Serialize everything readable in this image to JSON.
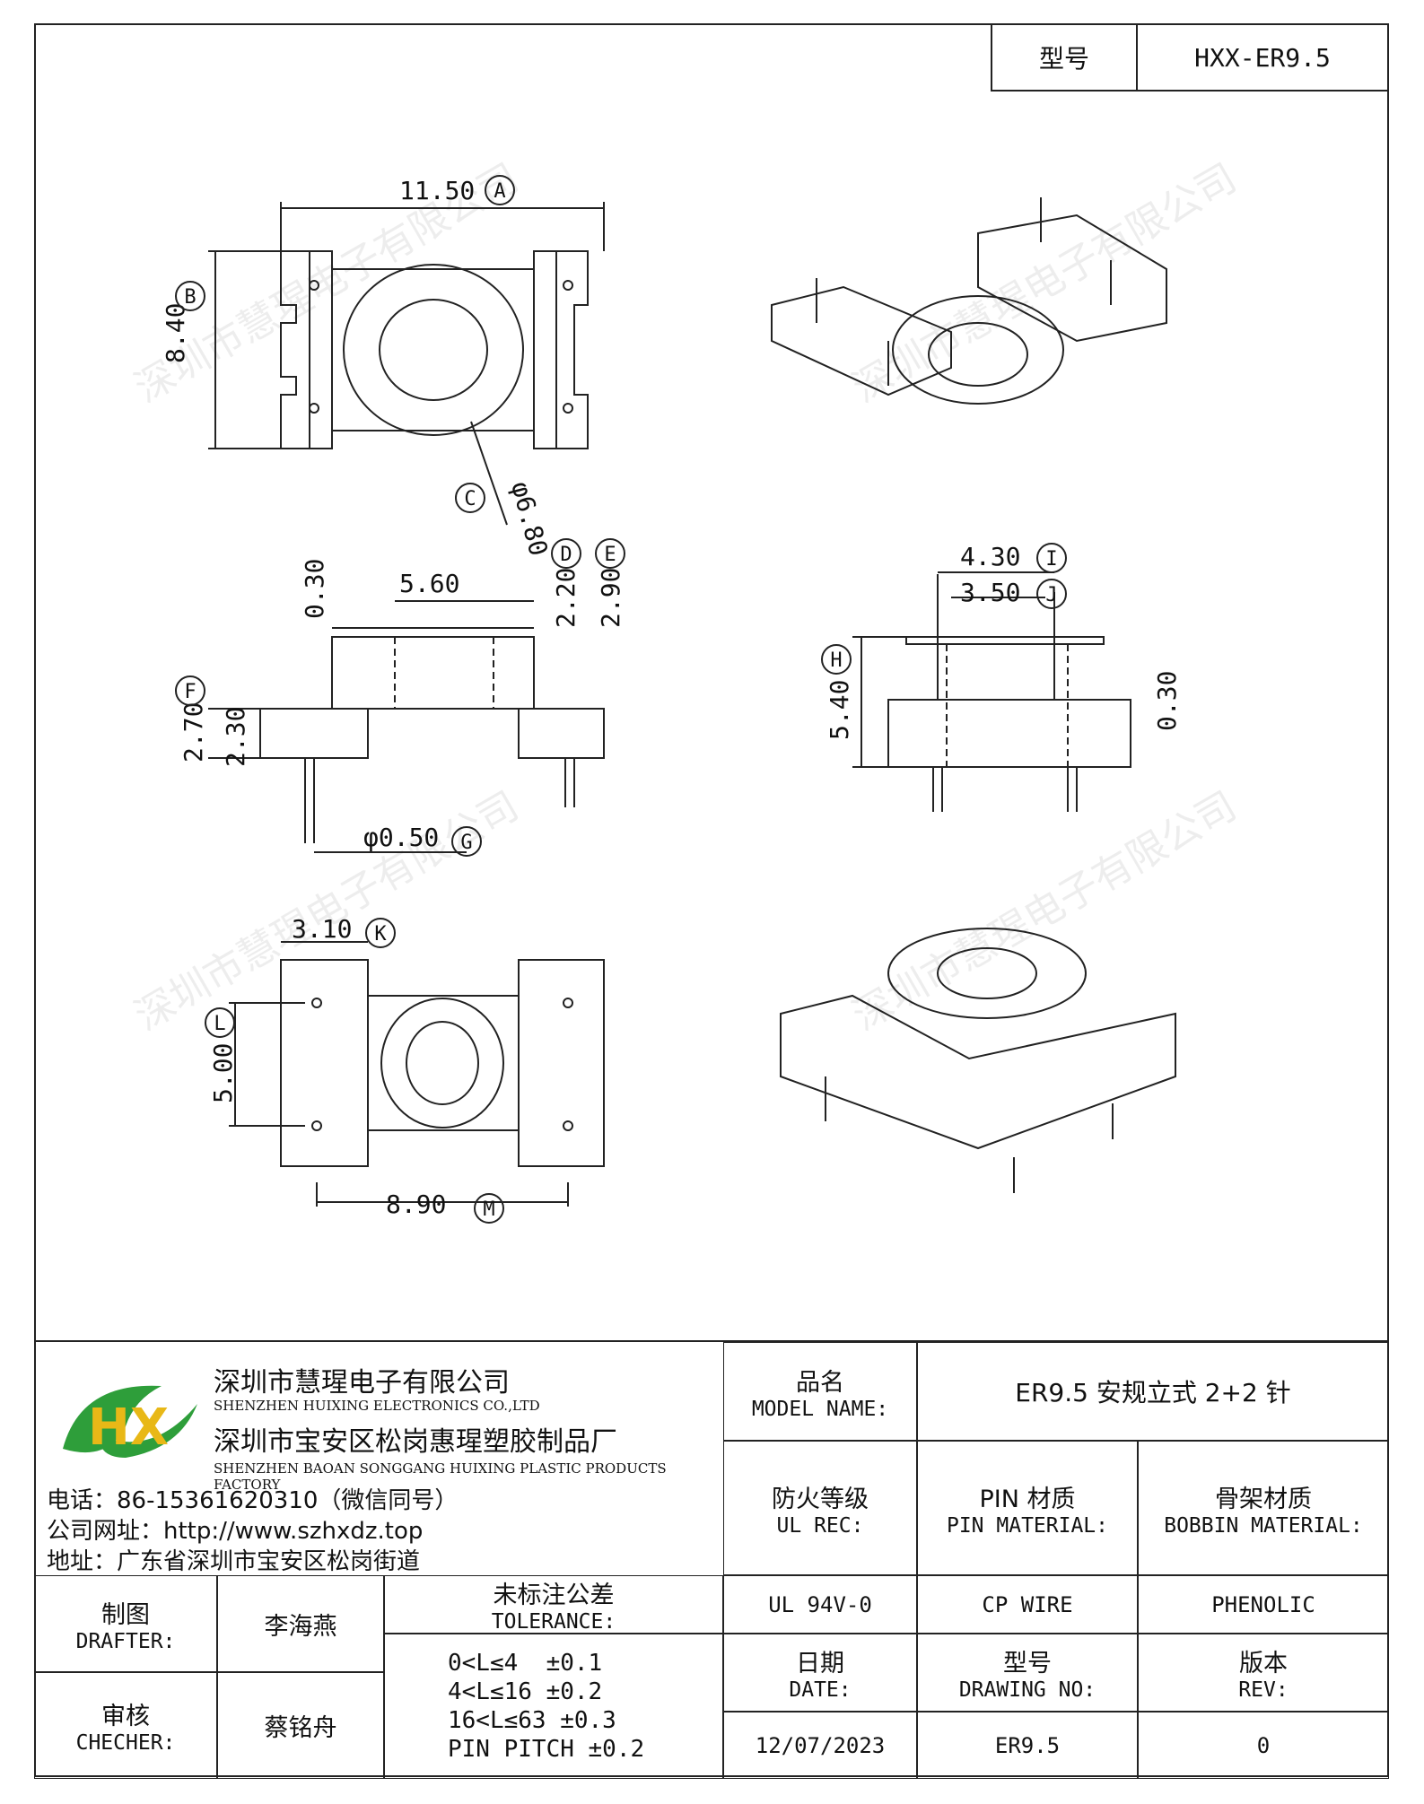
{
  "header": {
    "model_label": "型号",
    "model_value": "HXX-ER9.5"
  },
  "dimensions": {
    "A": {
      "value": "11.50",
      "marker": "A"
    },
    "B": {
      "value": "8.40",
      "marker": "B"
    },
    "C": {
      "value": "φ6.80",
      "marker": "C"
    },
    "D": {
      "value": "2.20",
      "marker": "D"
    },
    "E": {
      "value": "2.90",
      "marker": "E"
    },
    "F": {
      "value": "2.70",
      "marker": "F"
    },
    "G": {
      "value": "φ0.50",
      "marker": "G"
    },
    "H": {
      "value": "5.40",
      "marker": "H"
    },
    "I": {
      "value": "4.30",
      "marker": "I"
    },
    "J": {
      "value": "3.50",
      "marker": "J"
    },
    "K": {
      "value": "3.10",
      "marker": "K"
    },
    "L": {
      "value": "5.00",
      "marker": "L"
    },
    "M": {
      "value": "8.90",
      "marker": "M"
    },
    "side_top": "0.30",
    "side_width": "5.60",
    "side_inner": "2.30",
    "right_flange": "0.30"
  },
  "watermark": "深圳市慧瑆电子有限公司",
  "company": {
    "name_cn": "深圳市慧瑆电子有限公司",
    "name_en": "SHENZHEN HUIXING ELECTRONICS CO.,LTD",
    "factory_cn": "深圳市宝安区松岗惠瑆塑胶制品厂",
    "factory_en": "SHENZHEN BAOAN SONGGANG HUIXING PLASTIC PRODUCTS FACTORY",
    "phone": "电话：86-15361620310（微信同号）",
    "website": "公司网址：http://www.szhxdz.top",
    "address": "地址：广东省深圳市宝安区松岗街道",
    "logo_text": "HX"
  },
  "title_block": {
    "model_name_cn": "品名",
    "model_name_en": "MODEL NAME:",
    "model_name_value": "ER9.5 安规立式 2+2 针",
    "ul_cn": "防火等级",
    "ul_en": "UL REC:",
    "pin_cn": "PIN 材质",
    "pin_en": "PIN MATERIAL:",
    "bobbin_cn": "骨架材质",
    "bobbin_en": "BOBBIN MATERIAL:",
    "ul_value": "UL 94V-0",
    "pin_value": "CP WIRE",
    "bobbin_value": "PHENOLIC",
    "drafter_cn": "制图",
    "drafter_en": "DRAFTER:",
    "drafter_value": "李海燕",
    "checker_cn": "审核",
    "checker_en": "CHECHER:",
    "checker_value": "蔡铭舟",
    "tolerance_cn": "未标注公差",
    "tolerance_en": "TOLERANCE:",
    "tolerances": [
      "0<L≤4  ±0.1",
      "4<L≤16 ±0.2",
      "16<L≤63 ±0.3",
      "PIN PITCH ±0.2"
    ],
    "date_cn": "日期",
    "date_en": "DATE:",
    "date_value": "12/07/2023",
    "drawing_cn": "型号",
    "drawing_en": "DRAWING NO:",
    "drawing_value": "ER9.5",
    "rev_cn": "版本",
    "rev_en": "REV:",
    "rev_value": "0"
  }
}
